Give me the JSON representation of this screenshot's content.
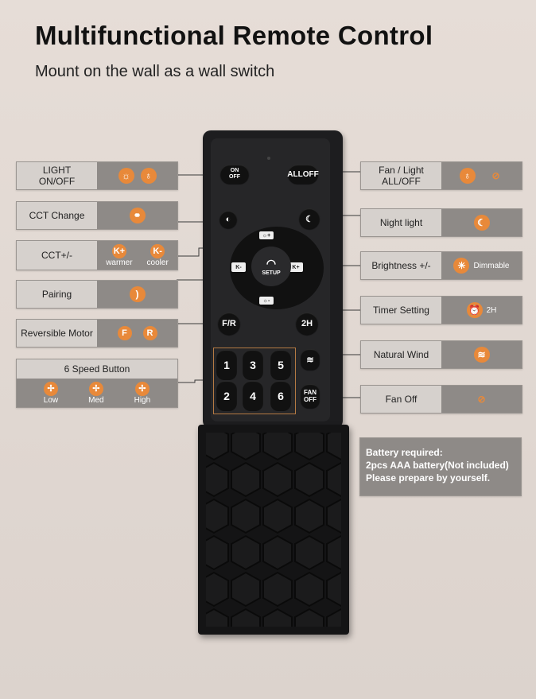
{
  "title": "Multifunctional Remote Control",
  "subtitle": "Mount on the wall as a wall switch",
  "left": {
    "light": "LIGHT\nON/OFF",
    "cct_change": "CCT Change",
    "cct_pm": "CCT+/-",
    "k_plus": "K+",
    "k_minus": "K-",
    "warmer": "warmer",
    "cooler": "cooler",
    "pairing": "Pairing",
    "reversible": "Reversible Motor",
    "rev_f": "F",
    "rev_r": "R",
    "six_speed": "6 Speed Button",
    "low": "Low",
    "med": "Med",
    "high": "High"
  },
  "right": {
    "fan_light": "Fan / Light\nALL/OFF",
    "night": "Night light",
    "brightness": "Brightness +/-",
    "dimmable": "Dimmable",
    "timer": "Timer Setting",
    "timer_2h": "2H",
    "natural": "Natural Wind",
    "fan_off": "Fan Off"
  },
  "remote": {
    "on_off_top": "ON",
    "on_off_bottom": "OFF",
    "all_off": "ALLOFF",
    "setup": "SETUP",
    "fr": "F/R",
    "two_h": "2H",
    "fan": "FAN",
    "off": "OFF",
    "numbers": [
      "1",
      "3",
      "5",
      "2",
      "4",
      "6"
    ]
  },
  "battery": {
    "line1": "Battery required:",
    "line2": "2pcs AAA battery(Not included)",
    "line3": "Please prepare by yourself."
  },
  "colors": {
    "accent": "#e8893a",
    "label_bg": "#d6d1cd",
    "icon_bg": "#8e8a87",
    "remote": "#1d1d1f"
  }
}
